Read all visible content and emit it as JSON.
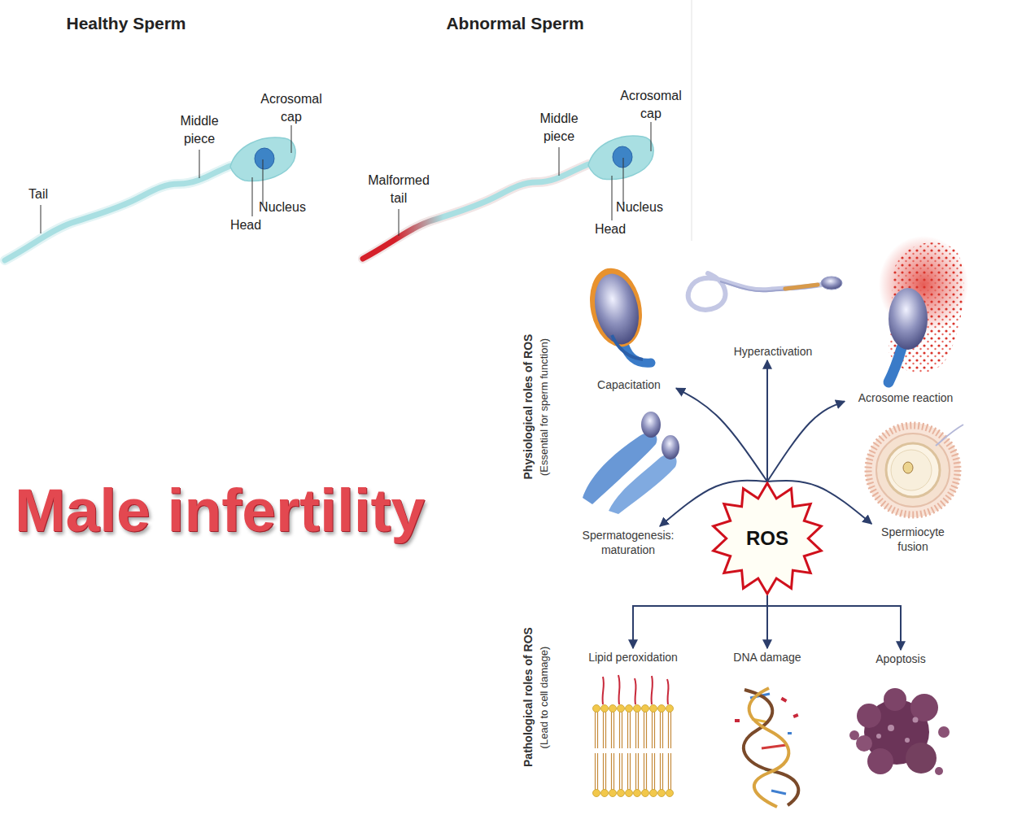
{
  "diagram": {
    "title": "Male infertility",
    "nodes": [
      {
        "text": [
          "Capacitation"
        ]
      },
      {
        "text": [
          "Hyperactivation"
        ]
      },
      {
        "text": [
          "Acrosome reaction"
        ]
      },
      {
        "text": [
          "Spermatogenesis: maturation"
        ]
      },
      {
        "text": [
          "ROS"
        ]
      },
      {
        "text": [
          "Spermiocyte fusion"
        ]
      },
      {
        "text": [
          "Lipid peroxidation"
        ]
      },
      {
        "text": [
          "DNA damage"
        ]
      },
      {
        "text": [
          "Apoptosis"
        ]
      }
    ],
    "edges": [
      {
        "from": 4,
        "to": 0,
        "arrow": "to"
      },
      {
        "from": 4,
        "to": 1,
        "arrow": "to"
      },
      {
        "from": 4,
        "to": 2,
        "arrow": "to"
      },
      {
        "from": 4,
        "to": 3,
        "arrow": "to"
      },
      {
        "from": 4,
        "to": 5,
        "arrow": "to"
      },
      {
        "from": 4,
        "to": 6,
        "arrow": "to"
      },
      {
        "from": 4,
        "to": 7,
        "arrow": "to"
      },
      {
        "from": 4,
        "to": 8,
        "arrow": "to"
      }
    ],
    "labels": [
      "Healthy Sperm",
      "Abnormal Sperm",
      "Middle piece",
      "Acrosomal cap",
      "Tail",
      "Nucleus",
      "Head",
      "Malformed tail",
      "Middle piece",
      "Acrosomal cap",
      "Nucleus",
      "Head",
      "Physiological roles of ROS",
      "(Essential for sperm function)",
      "Pathological roles of ROS",
      "(Lead to cell damage)"
    ]
  }
}
